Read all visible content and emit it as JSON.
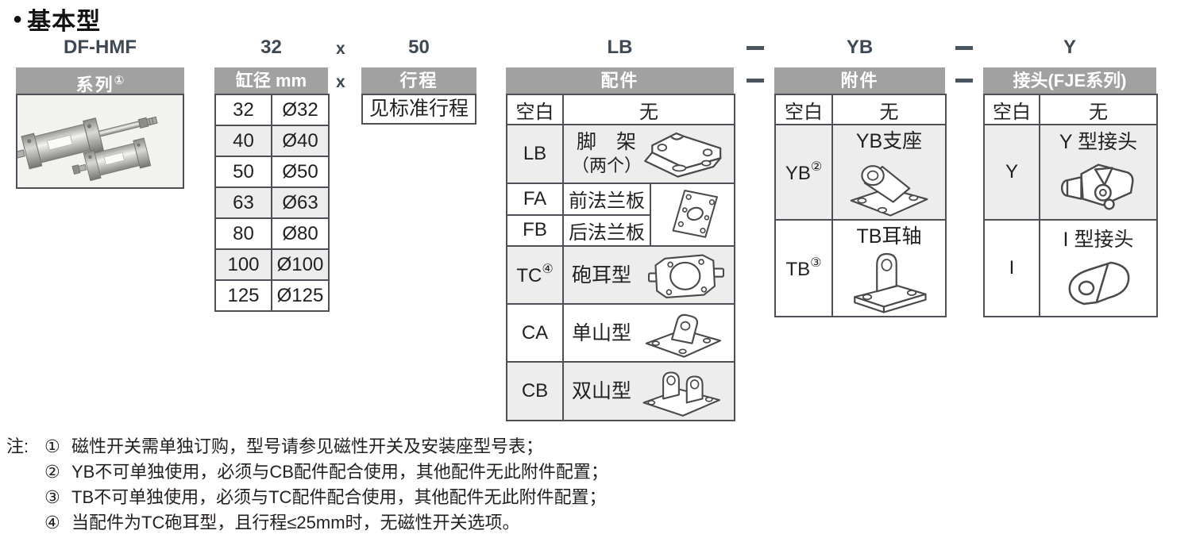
{
  "title": "基本型",
  "title_bullet": "●",
  "code_row": {
    "series": "DF-HMF",
    "bore": "32",
    "x": "x",
    "stroke": "50",
    "mount": "LB",
    "attachment": "YB",
    "joint": "Y"
  },
  "header_row": {
    "x": "x"
  },
  "colors": {
    "header_bg": "#a1a1a2",
    "alt_row_bg": "#ededee",
    "border": "#4d5055",
    "code_text": "#3e4954"
  },
  "series_table": {
    "header": "系列",
    "header_sup": "①"
  },
  "bore_table": {
    "header": "缸径 mm",
    "rows": [
      {
        "code": "32",
        "value": "Ø32"
      },
      {
        "code": "40",
        "value": "Ø40"
      },
      {
        "code": "50",
        "value": "Ø50"
      },
      {
        "code": "63",
        "value": "Ø63"
      },
      {
        "code": "80",
        "value": "Ø80"
      },
      {
        "code": "100",
        "value": "Ø100"
      },
      {
        "code": "125",
        "value": "Ø125"
      }
    ]
  },
  "stroke_table": {
    "header": "行程",
    "value": "见标准行程"
  },
  "mount_table": {
    "header": "配件",
    "rows": [
      {
        "code": "空白",
        "label": "无"
      },
      {
        "code": "LB",
        "label": "脚　架",
        "label2": "（两个）",
        "icon": "foot-bracket"
      },
      {
        "code": "FA",
        "label": "前法兰板",
        "icon": "flange-plate"
      },
      {
        "code": "FB",
        "label": "后法兰板",
        "icon": "flange-plate"
      },
      {
        "code": "TC",
        "code_sup": "④",
        "label": "砲耳型",
        "icon": "trunnion"
      },
      {
        "code": "CA",
        "label": "单山型",
        "icon": "single-clevis"
      },
      {
        "code": "CB",
        "label": "双山型",
        "icon": "double-clevis"
      }
    ]
  },
  "attachment_table": {
    "header": "附件",
    "rows": [
      {
        "code": "空白",
        "label": "无"
      },
      {
        "code": "YB",
        "code_sup": "②",
        "label": "YB支座",
        "icon": "yb-mount"
      },
      {
        "code": "TB",
        "code_sup": "③",
        "label": "TB耳轴",
        "icon": "tb-trunnion"
      }
    ]
  },
  "joint_table": {
    "header": "接头(FJE系列)",
    "rows": [
      {
        "code": "空白",
        "label": "无"
      },
      {
        "code": "Y",
        "label": "Y 型接头",
        "icon": "y-joint"
      },
      {
        "code": "I",
        "label": "I 型接头",
        "icon": "i-joint"
      }
    ]
  },
  "notes": {
    "prefix": "注:",
    "items": [
      {
        "num": "①",
        "text": "磁性开关需单独订购，型号请参见磁性开关及安装座型号表；"
      },
      {
        "num": "②",
        "text": "YB不可单独使用，必须与CB配件配合使用，其他配件无此附件配置；"
      },
      {
        "num": "③",
        "text": "TB不可单独使用，必须与TC配件配合使用，其他配件无此附件配置；"
      },
      {
        "num": "④",
        "text": "当配件为TC砲耳型，且行程≤25mm时，无磁性开关选项。"
      }
    ]
  }
}
